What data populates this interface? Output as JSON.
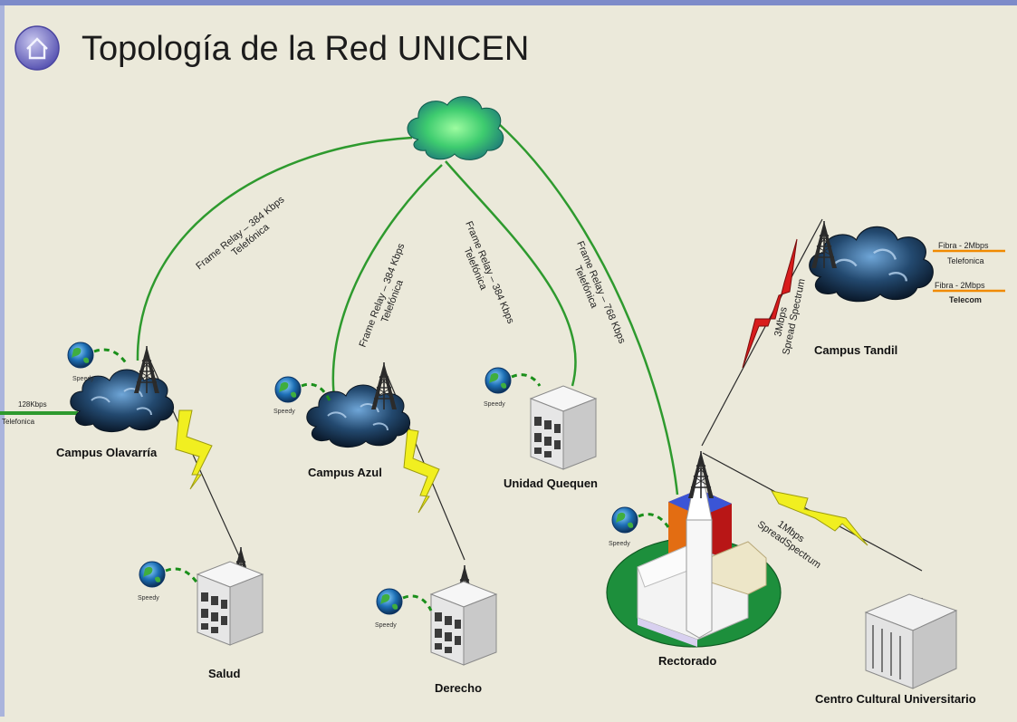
{
  "title": "Topología de la Red UNICEN",
  "colors": {
    "link": "#2e9a2e",
    "radio_yellow": "#f1ef20",
    "radio_red": "#d81c1c",
    "fiber": "#f08a00",
    "isp": "#1a8f1a"
  },
  "icons": {
    "home": "home-icon",
    "isp": "globe-icon",
    "tower": "antenna-tower-icon",
    "cloud": "campus-cloud-icon",
    "building": "building-icon"
  },
  "nodes": {
    "olavarria": "Campus Olavarría",
    "azul": "Campus Azul",
    "quequen": "Unidad Quequen",
    "tandil": "Campus Tandil",
    "salud": "Salud",
    "derecho": "Derecho",
    "rectorado": "Rectorado",
    "centro": "Centro Cultural Universitario"
  },
  "links": {
    "olavarria_l1": "Frame Relay – 384 Kbps",
    "olavarria_l2": "Telefónica",
    "azul_l1": "Frame Relay – 384 Kbps",
    "azul_l2": "Telefónica",
    "quequen_l1": "Frame Relay – 384 Kbps",
    "quequen_l2": "Telefónica",
    "rectorado_l1": "Frame Relay – 768 Kbps",
    "rectorado_l2": "Telefónica",
    "tandil_l1": "3Mbps",
    "tandil_l2": "Spread Spectrum",
    "centro_l1": "1Mbps",
    "centro_l2": "SpreadSpectrum",
    "olav_ext_l1": "128Kbps",
    "olav_ext_l2": "Telefonica",
    "fiber1_l1": "Fibra - 2Mbps",
    "fiber1_l2": "Telefonica",
    "fiber2_l1": "Fibra - 2Mbps",
    "fiber2_l2": "Telecom"
  },
  "isp_label": "Speedy"
}
